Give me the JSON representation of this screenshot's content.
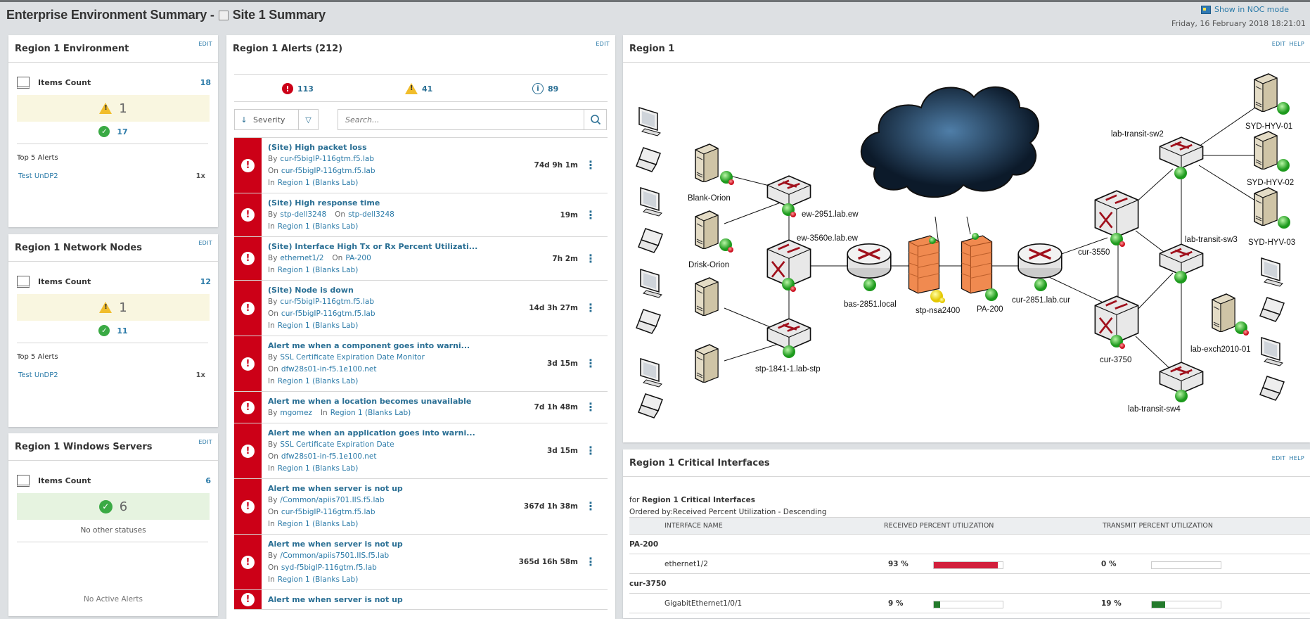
{
  "header": {
    "title": "Enterprise Environment Summary -",
    "subtitle": "Site 1 Summary",
    "noc_label": "Show in NOC mode",
    "datetime": "Friday, 16 February 2018 18:21:01"
  },
  "edit": "EDIT",
  "help": "HELP",
  "summaries": [
    {
      "title": "Region 1 Environment",
      "items_label": "Items Count",
      "items_count": "18",
      "band_value": "1",
      "band_type": "warning",
      "ok_count": "17",
      "top_label": "Top 5 Alerts",
      "top_alerts": [
        {
          "name": "Test UnDP2",
          "count": "1x"
        }
      ]
    },
    {
      "title": "Region 1 Network Nodes",
      "items_label": "Items Count",
      "items_count": "12",
      "band_value": "1",
      "band_type": "warning",
      "ok_count": "11",
      "top_label": "Top 5 Alerts",
      "top_alerts": [
        {
          "name": "Test UnDP2",
          "count": "1x"
        }
      ]
    },
    {
      "title": "Region 1 Windows Servers",
      "items_label": "Items Count",
      "items_count": "6",
      "band_value": "6",
      "band_type": "ok",
      "no_other": "No other statuses",
      "no_alerts": "No Active Alerts"
    }
  ],
  "alerts": {
    "title": "Region 1 Alerts (212)",
    "critical_count": "113",
    "warning_count": "41",
    "info_count": "89",
    "sort_label": "Severity",
    "search_placeholder": "Search...",
    "items": [
      {
        "title": "(Site) High packet loss",
        "time": "74d 9h 1m",
        "lines": [
          [
            [
              "By",
              "cur-f5bigIP-116gtm.f5.lab"
            ]
          ],
          [
            [
              "On",
              "cur-f5bigIP-116gtm.f5.lab"
            ]
          ],
          [
            [
              "In",
              "Region 1 (Blanks Lab)"
            ]
          ]
        ]
      },
      {
        "title": "(Site) High response time",
        "time": "19m",
        "lines": [
          [
            [
              "By",
              "stp-dell3248"
            ],
            [
              "On",
              "stp-dell3248"
            ]
          ],
          [
            [
              "In",
              "Region 1 (Blanks Lab)"
            ]
          ]
        ]
      },
      {
        "title": "(Site) Interface High Tx or Rx Percent Utilizati...",
        "time": "7h 2m",
        "lines": [
          [
            [
              "By",
              "ethernet1/2"
            ],
            [
              "On",
              "PA-200"
            ]
          ],
          [
            [
              "In",
              "Region 1 (Blanks Lab)"
            ]
          ]
        ]
      },
      {
        "title": "(Site) Node is down",
        "time": "14d 3h 27m",
        "lines": [
          [
            [
              "By",
              "cur-f5bigIP-116gtm.f5.lab"
            ]
          ],
          [
            [
              "On",
              "cur-f5bigIP-116gtm.f5.lab"
            ]
          ],
          [
            [
              "In",
              "Region 1 (Blanks Lab)"
            ]
          ]
        ]
      },
      {
        "title": "Alert me when a component goes into warni...",
        "time": "3d 15m",
        "lines": [
          [
            [
              "By",
              "SSL Certificate Expiration Date Monitor"
            ]
          ],
          [
            [
              "On",
              "dfw28s01-in-f5.1e100.net"
            ]
          ],
          [
            [
              "In",
              "Region 1 (Blanks Lab)"
            ]
          ]
        ]
      },
      {
        "title": "Alert me when a location becomes unavailable",
        "time": "7d 1h 48m",
        "lines": [
          [
            [
              "By",
              "mgomez"
            ],
            [
              "In",
              "Region 1 (Blanks Lab)"
            ]
          ]
        ]
      },
      {
        "title": "Alert me when an application goes into warni...",
        "time": "3d 15m",
        "lines": [
          [
            [
              "By",
              "SSL Certificate Expiration Date"
            ]
          ],
          [
            [
              "On",
              "dfw28s01-in-f5.1e100.net"
            ]
          ],
          [
            [
              "In",
              "Region 1 (Blanks Lab)"
            ]
          ]
        ]
      },
      {
        "title": "Alert me when server is not up",
        "time": "367d 1h 38m",
        "lines": [
          [
            [
              "By",
              "/Common/apiis701.IIS.f5.lab"
            ]
          ],
          [
            [
              "On",
              "cur-f5bigIP-116gtm.f5.lab"
            ]
          ],
          [
            [
              "In",
              "Region 1 (Blanks Lab)"
            ]
          ]
        ]
      },
      {
        "title": "Alert me when server is not up",
        "time": "365d 16h 58m",
        "lines": [
          [
            [
              "By",
              "/Common/apiis7501.IIS.f5.lab"
            ]
          ],
          [
            [
              "On",
              "syd-f5bigIP-116gtm.f5.lab"
            ]
          ],
          [
            [
              "In",
              "Region 1 (Blanks Lab)"
            ]
          ]
        ]
      },
      {
        "title": "Alert me when server is not up",
        "time": "",
        "lines": []
      }
    ]
  },
  "map": {
    "title": "Region 1",
    "nodes": {
      "blank_orion": "Blank-Orion",
      "drisk_orion": "Drisk-Orion",
      "ew2951": "ew-2951.lab.ew",
      "ew3560": "ew-3560e.lab.ew",
      "stp1841": "stp-1841-1.lab-stp",
      "bas2851": "bas-2851.local",
      "nsa2400": "stp-nsa2400",
      "pa200": "PA-200",
      "cur2851": "cur-2851.lab.cur",
      "cur3550": "cur-3550",
      "cur3750": "cur-3750",
      "sw2": "lab-transit-sw2",
      "sw3": "lab-transit-sw3",
      "sw4": "lab-transit-sw4",
      "syd1": "SYD-HYV-01",
      "syd2": "SYD-HYV-02",
      "syd3": "SYD-HYV-03",
      "exch": "lab-exch2010-01"
    }
  },
  "interfaces": {
    "title": "Region 1 Critical Interfaces",
    "for_prefix": "for",
    "for_name": "Region 1 Critical Interfaces",
    "ordered": "Ordered by:Received Percent Utilization - Descending",
    "columns": [
      "INTERFACE NAME",
      "RECEIVED PERCENT UTILIZATION",
      "TRANSMIT PERCENT UTILIZATION"
    ],
    "groups": [
      {
        "node": "PA-200",
        "rows": [
          {
            "name": "ethernet1/2",
            "rx": "93 %",
            "rx_value": 93,
            "rx_color": "#d21f3c",
            "tx": "0 %",
            "tx_value": 0,
            "tx_color": "#237a2b"
          }
        ]
      },
      {
        "node": "cur-3750",
        "rows": [
          {
            "name": "GigabitEthernet1/0/1",
            "rx": "9 %",
            "rx_value": 9,
            "rx_color": "#237a2b",
            "tx": "19 %",
            "tx_value": 19,
            "tx_color": "#237a2b"
          }
        ]
      }
    ]
  }
}
